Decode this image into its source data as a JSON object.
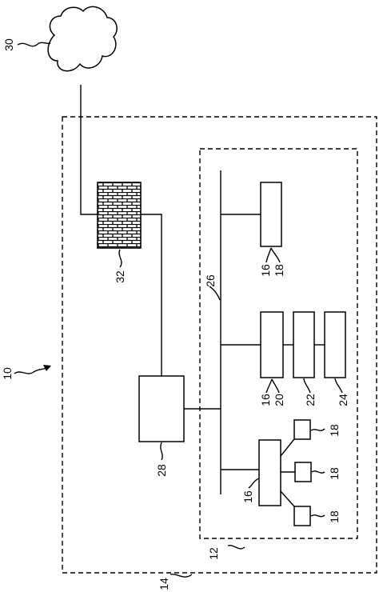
{
  "labels": {
    "n10": "10",
    "n12": "12",
    "n14": "14",
    "n16a": "16",
    "n18a": "18",
    "n26": "26",
    "n16b": "16",
    "n20": "20",
    "n22": "22",
    "n24": "24",
    "n28": "28",
    "n16c": "16",
    "n18b": "18",
    "n18c": "18",
    "n18d": "18",
    "n30": "30",
    "n32": "32"
  }
}
